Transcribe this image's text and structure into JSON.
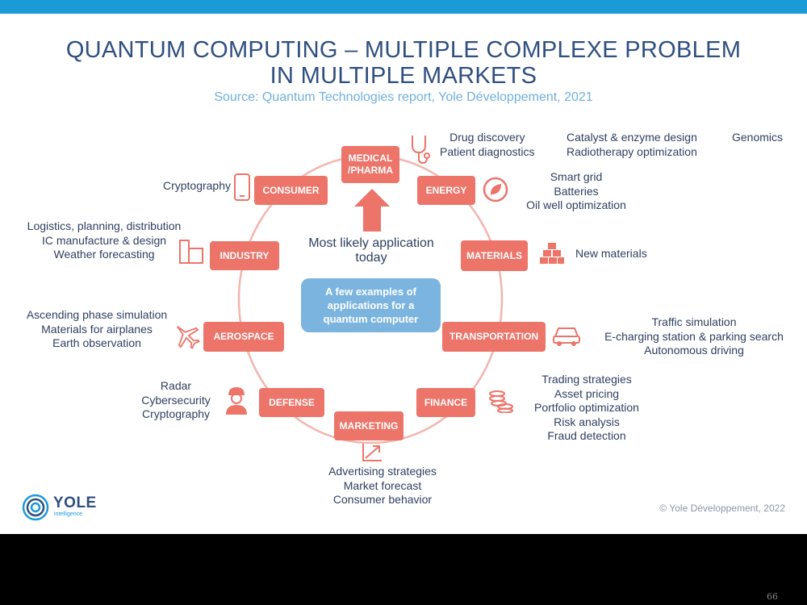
{
  "header": {
    "title_line1": "QUANTUM COMPUTING – MULTIPLE COMPLEXE PROBLEM",
    "title_line2": "IN MULTIPLE MARKETS",
    "source": "Source: Quantum Technologies report, Yole Développement, 2021"
  },
  "center": {
    "lines": [
      "A few examples of",
      "applications for a",
      "quantum computer"
    ]
  },
  "most_likely": {
    "line1": "Most likely application",
    "line2": "today"
  },
  "markets": {
    "medical": {
      "label_line1": "MEDICAL",
      "label_line2": "/PHARMA",
      "apps_a": [
        "Drug discovery",
        "Patient diagnostics"
      ],
      "apps_b": [
        "Catalyst & enzyme design",
        "Radiotherapy optimization"
      ],
      "apps_c": [
        "Genomics"
      ],
      "icon": "stethoscope-icon"
    },
    "energy": {
      "label": "ENERGY",
      "apps": [
        "Smart grid",
        "Batteries",
        "Oil well optimization"
      ],
      "icon": "energy-leaf-icon"
    },
    "materials": {
      "label": "MATERIALS",
      "apps": [
        "New materials"
      ],
      "icon": "stacked-blocks-icon"
    },
    "transportation": {
      "label": "TRANSPORTATION",
      "apps": [
        "Traffic simulation",
        "E-charging station & parking search",
        "Autonomous driving"
      ],
      "icon": "car-icon"
    },
    "finance": {
      "label": "FINANCE",
      "apps": [
        "Trading strategies",
        "Asset pricing",
        "Portfolio optimization",
        "Risk analysis",
        "Fraud detection"
      ],
      "icon": "coins-icon"
    },
    "marketing": {
      "label": "MARKETING",
      "apps": [
        "Advertising strategies",
        "Market forecast",
        "Consumer behavior"
      ],
      "icon": "trend-chart-icon"
    },
    "defense": {
      "label": "DEFENSE",
      "apps": [
        "Radar",
        "Cybersecurity",
        "Cryptography"
      ],
      "icon": "soldier-icon"
    },
    "aerospace": {
      "label": "AEROSPACE",
      "apps": [
        "Ascending phase simulation",
        "Materials for airplanes",
        "Earth observation"
      ],
      "icon": "airplane-icon"
    },
    "industry": {
      "label": "INDUSTRY",
      "apps": [
        "Logistics, planning, distribution",
        "IC manufacture & design",
        "Weather forecasting"
      ],
      "icon": "factory-icon"
    },
    "consumer": {
      "label": "CONSUMER",
      "apps": [
        "Cryptography"
      ],
      "icon": "smartphone-icon"
    }
  },
  "footer": {
    "logo_text": "YOLE",
    "logo_sub": "intelligence",
    "copyright": "© Yole Développement, 2022"
  },
  "page_number": "66",
  "colors": {
    "top_bar": "#1a9ad6",
    "title": "#2f4f7f",
    "source": "#6fb0dc",
    "node_fill": "#ec7469",
    "center_fill": "#7bb4df",
    "ring": "#f2b5ae"
  }
}
